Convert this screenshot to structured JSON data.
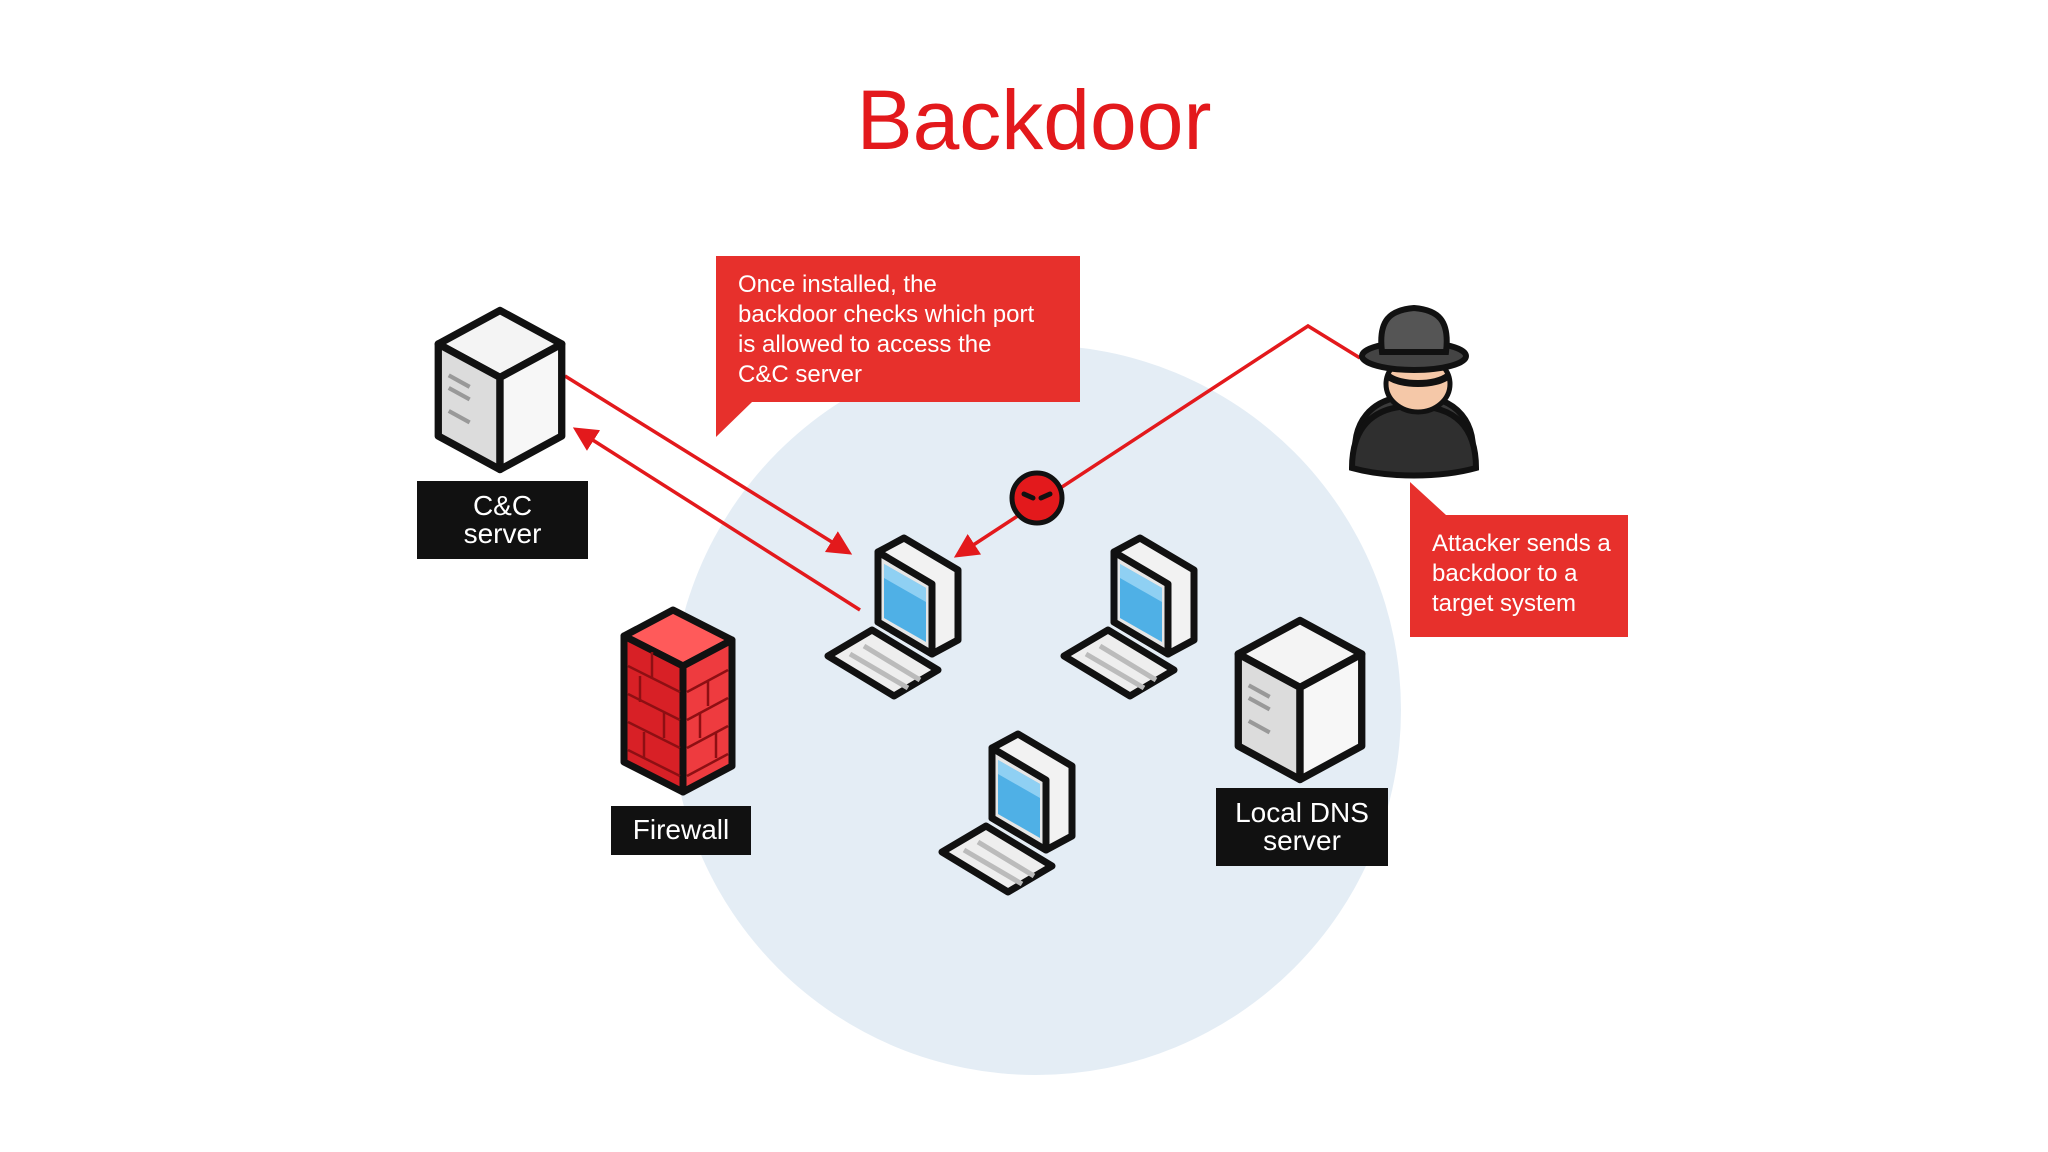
{
  "slide": {
    "title": "Backdoor"
  },
  "callouts": {
    "backdoor_check": "Once installed, the\nbackdoor checks which port\nis allowed to access the\nC&C server",
    "attacker": "Attacker sends a\nbackdoor to a\ntarget system"
  },
  "labels": {
    "cc_server": "C&C\nserver",
    "firewall": "Firewall",
    "local_dns": "Local DNS\nserver"
  },
  "icons": {
    "cc_server": "server-icon",
    "local_dns": "server-icon",
    "firewall": "firewall-icon",
    "computers": "desktop-computer-icon",
    "attacker": "hacker-icon",
    "payload": "malware-icon"
  },
  "colors": {
    "accent": "#e3191c",
    "callout": "#e7302c",
    "network_circle": "#e4edf5",
    "label_bg": "#111111",
    "screen": "#4fb0e6"
  }
}
